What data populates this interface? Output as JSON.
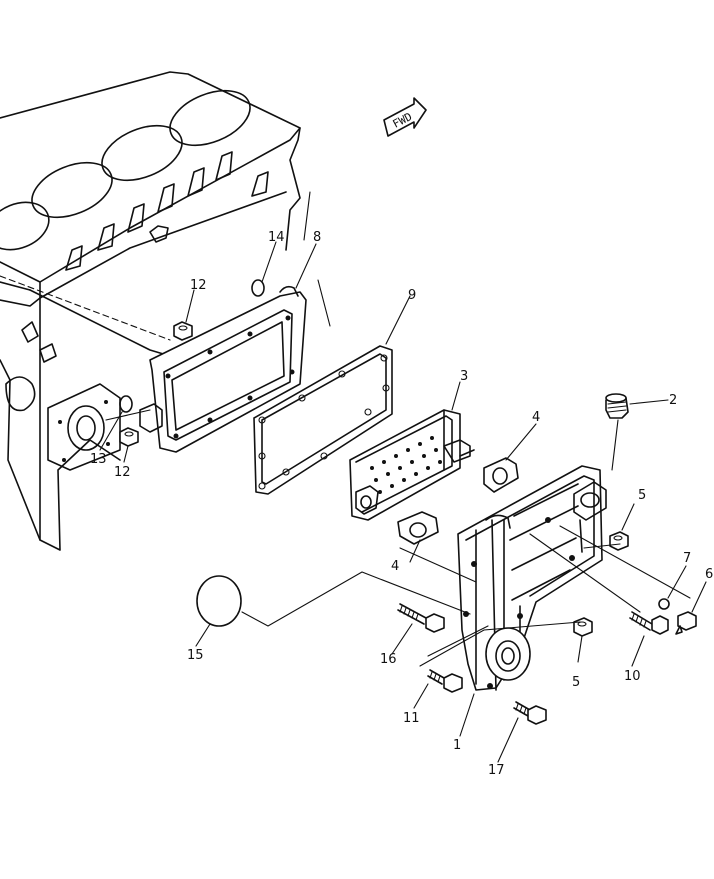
{
  "fwd_label": "FWD",
  "callouts": {
    "c1": "1",
    "c2": "2",
    "c3": "3",
    "c4a": "4",
    "c4b": "4",
    "c5a": "5",
    "c5b": "5",
    "c6": "6",
    "c7": "7",
    "c8": "8",
    "c9": "9",
    "c10": "10",
    "c11": "11",
    "c12a": "12",
    "c12b": "12",
    "c13": "13",
    "c14": "14",
    "c15": "15",
    "c16": "16",
    "c17": "17"
  }
}
